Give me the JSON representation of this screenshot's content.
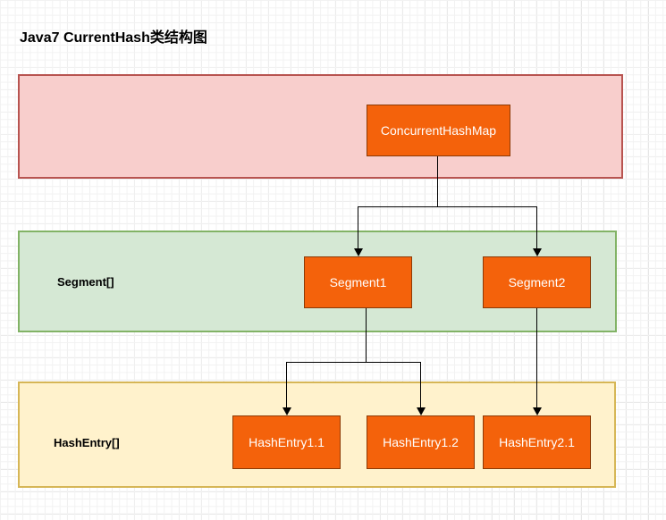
{
  "diagram": {
    "title": "Java7 CurrentHash类结构图",
    "background": "#ffffff",
    "grid_minor_color": "#f2f2f2",
    "grid_major_color": "#d9d9d9"
  },
  "lanes": [
    {
      "name": "concurrenthashmap-lane",
      "label": "",
      "fill": "#f8cecc",
      "stroke": "#b85450"
    },
    {
      "name": "segment-lane",
      "label": "Segment[]",
      "fill": "#d5e8d4",
      "stroke": "#82b366"
    },
    {
      "name": "hashentry-lane",
      "label": "HashEntry[]",
      "fill": "#fff2cc",
      "stroke": "#d6b656"
    }
  ],
  "nodes": {
    "root": "ConcurrentHashMap",
    "segment1": "Segment1",
    "segment2": "Segment2",
    "hashentry11": "HashEntry1.1",
    "hashentry12": "HashEntry1.2",
    "hashentry21": "HashEntry2.1"
  },
  "node_style": {
    "fill": "#f4620b",
    "stroke": "#8c3a06",
    "text_color": "#ffffff"
  },
  "edges": [
    {
      "from": "ConcurrentHashMap",
      "to": "Segment1"
    },
    {
      "from": "ConcurrentHashMap",
      "to": "Segment2"
    },
    {
      "from": "Segment1",
      "to": "HashEntry1.1"
    },
    {
      "from": "Segment1",
      "to": "HashEntry1.2"
    },
    {
      "from": "Segment2",
      "to": "HashEntry2.1"
    }
  ],
  "edge_style": {
    "color": "#000000",
    "arrowhead": "filled-triangle"
  }
}
